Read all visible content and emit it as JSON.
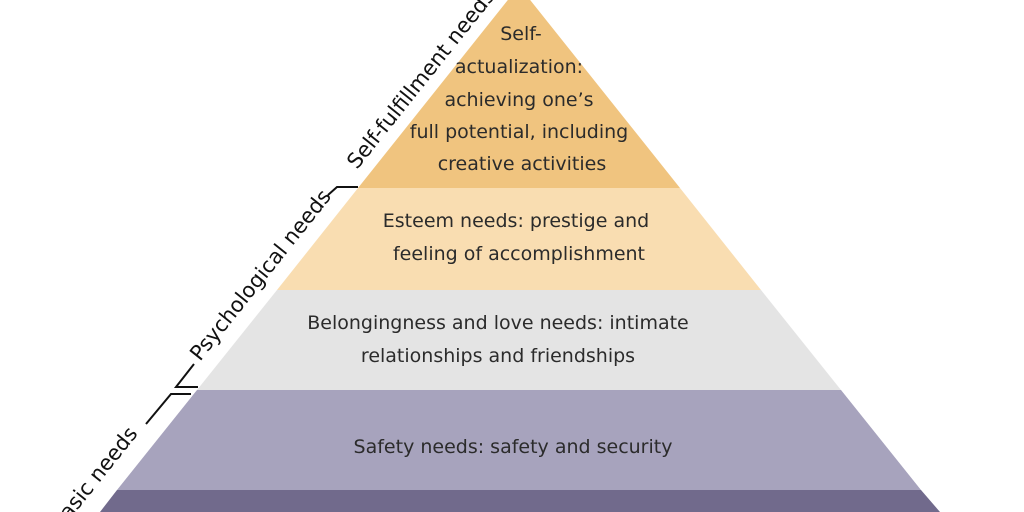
{
  "diagram": {
    "levels": [
      {
        "lines": [
          "Self-",
          "actualization:",
          "achieving one’s",
          "full potential, including",
          "creative activities"
        ],
        "color": "#f0c47f"
      },
      {
        "lines": [
          "Esteem needs: prestige and",
          "feeling of accomplishment"
        ],
        "color": "#f9ddb1"
      },
      {
        "lines": [
          "Belongingness and love needs: intimate",
          "relationships and friendships"
        ],
        "color": "#e4e4e4"
      },
      {
        "lines": [
          "Safety needs: safety and security"
        ],
        "color": "#a7a3bd"
      },
      {
        "lines": [],
        "color": "#716a8c"
      }
    ],
    "groups": {
      "self_fulfillment": "Self-fulfillment needs",
      "psychological": "Psychological needs",
      "basic": "Basic needs"
    }
  }
}
